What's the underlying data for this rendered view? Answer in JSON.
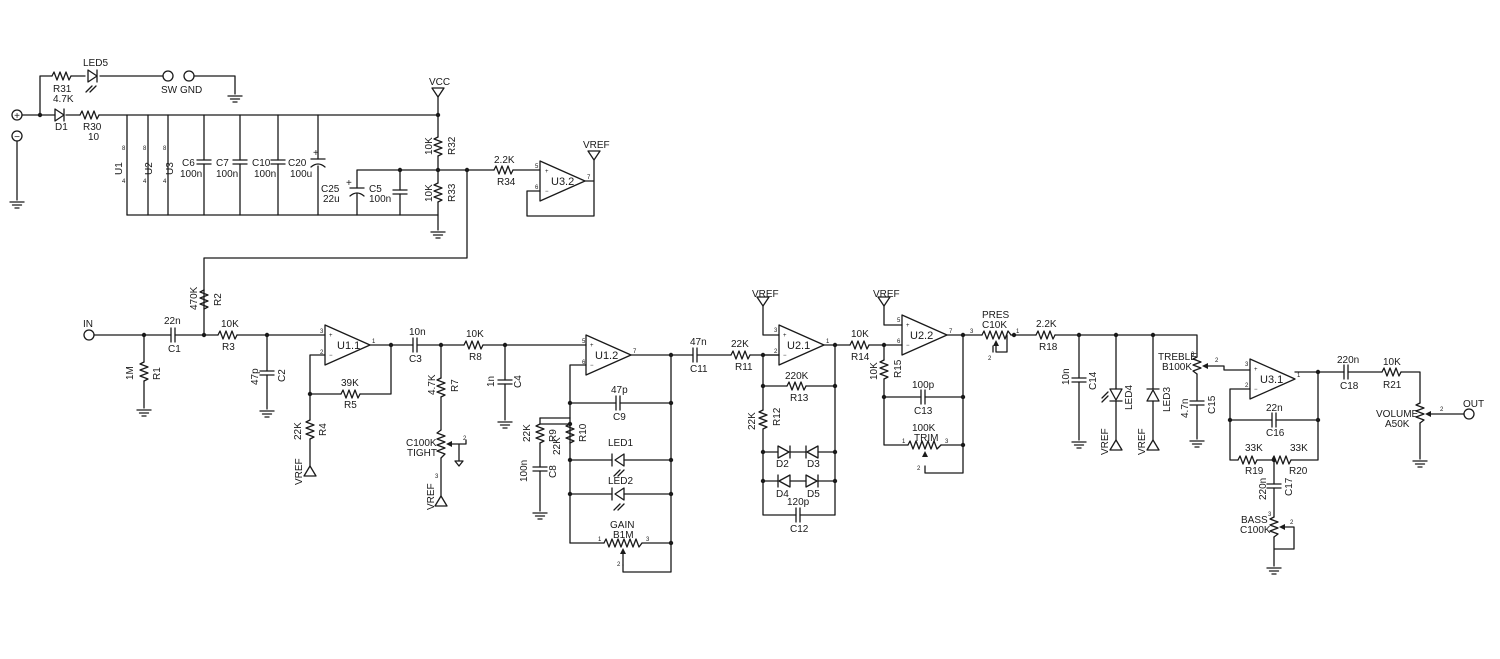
{
  "supply": {
    "plus_terminal": "+",
    "minus_terminal": "−",
    "r31_ref": "R31",
    "r31_value": "4.7K",
    "led5_ref": "LED5",
    "sw_label": "SW",
    "gnd_label": "GND",
    "d1_ref": "D1",
    "r30_ref": "R30",
    "r30_value": "10",
    "vcc_label": "VCC",
    "u1_ref": "U1",
    "u2_ref": "U2",
    "u3_ref": "U3",
    "pin8": "8",
    "pin4": "4",
    "c6_ref": "C6",
    "c6_value": "100n",
    "c7_ref": "C7",
    "c7_value": "100n",
    "c10_ref": "C10",
    "c10_value": "100n",
    "c20_ref": "C20",
    "c20_value": "100u",
    "c25_ref": "C25",
    "c25_value": "22u",
    "c5_ref": "C5",
    "c5_value": "100n",
    "r32_ref": "R32",
    "r32_value": "10K",
    "r33_ref": "R33",
    "r33_value": "10K",
    "r34_ref": "R34",
    "r34_value": "2.2K",
    "u3_2_ref": "U3.2",
    "vref_label": "VREF"
  },
  "input_stage": {
    "in_label": "IN",
    "c1_ref": "C1",
    "c1_value": "22n",
    "r1_ref": "R1",
    "r1_value": "1M",
    "r2_ref": "R2",
    "r2_value": "470K",
    "r3_ref": "R3",
    "r3_value": "10K",
    "c2_ref": "C2",
    "c2_value": "47p",
    "u1_1_ref": "U1.1",
    "r5_ref": "R5",
    "r5_value": "39K",
    "r4_ref": "R4",
    "r4_value": "22K",
    "vref_label": "VREF"
  },
  "tight_stage": {
    "c3_ref": "C3",
    "c3_value": "10n",
    "r7_ref": "R7",
    "r7_value": "4.7K",
    "pot_value": "C100K",
    "pot_name": "TIGHT",
    "r8_ref": "R8",
    "r8_value": "10K",
    "c4_ref": "C4",
    "c4_value": "1n",
    "vref_label": "VREF"
  },
  "gain_stage": {
    "u1_2_ref": "U1.2",
    "c9_ref": "C9",
    "c9_value": "47p",
    "r9_ref": "R9",
    "r9_value": "22K",
    "r10_ref": "R10",
    "r10_value": "22K",
    "c8_ref": "C8",
    "c8_value": "100n",
    "led1_ref": "LED1",
    "led2_ref": "LED2",
    "pot_name": "GAIN",
    "pot_value": "B1M",
    "c11_ref": "C11",
    "c11_value": "47n"
  },
  "clip_stage": {
    "vref_label": "VREF",
    "r11_ref": "R11",
    "r11_value": "22K",
    "u2_1_ref": "U2.1",
    "r13_ref": "R13",
    "r13_value": "220K",
    "r12_ref": "R12",
    "r12_value": "22K",
    "d2_ref": "D2",
    "d3_ref": "D3",
    "d4_ref": "D4",
    "d5_ref": "D5",
    "c12_ref": "C12",
    "c12_value": "120p"
  },
  "trim_stage": {
    "vref_label": "VREF",
    "r14_ref": "R14",
    "r14_value": "10K",
    "u2_2_ref": "U2.2",
    "r15_ref": "R15",
    "r15_value": "10K",
    "c13_ref": "C13",
    "c13_value": "100p",
    "trim_value": "100K",
    "trim_name": "TRIM"
  },
  "tone_stage": {
    "pres_name": "PRES",
    "pres_value": "C10K",
    "r18_ref": "R18",
    "r18_value": "2.2K",
    "c14_ref": "C14",
    "c14_value": "10n",
    "led4_ref": "LED4",
    "led3_ref": "LED3",
    "vref_label": "VREF",
    "treble_name": "TREBLE",
    "treble_value": "B100K",
    "c15_ref": "C15",
    "c15_value": "4.7n",
    "u3_1_ref": "U3.1",
    "c16_ref": "C16",
    "c16_value": "22n",
    "r19_ref": "R19",
    "r19_value": "33K",
    "r20_ref": "R20",
    "r20_value": "33K",
    "c17_ref": "C17",
    "c17_value": "220n",
    "bass_name": "BASS",
    "bass_value": "C100K"
  },
  "output_stage": {
    "c18_ref": "C18",
    "c18_value": "220n",
    "r21_ref": "R21",
    "r21_value": "10K",
    "volume_name": "VOLUME",
    "volume_value": "A50K",
    "out_label": "OUT"
  },
  "pins": {
    "p1": "1",
    "p2": "2",
    "p3": "3",
    "p5": "5",
    "p6": "6",
    "p7": "7"
  }
}
